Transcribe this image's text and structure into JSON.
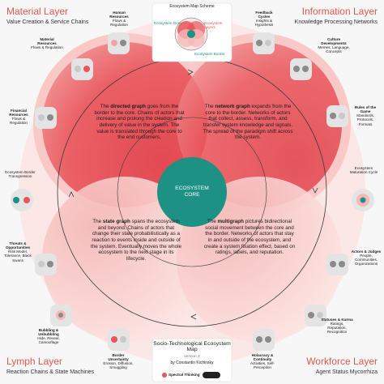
{
  "layers": {
    "material": {
      "title": "Material Layer",
      "subtitle": "Value Creation & Service Chains"
    },
    "information": {
      "title": "Information Layer",
      "subtitle": "Knowledge Processing Networks"
    },
    "lymph": {
      "title": "Lymph Layer",
      "subtitle": "Reaction Chains & State Machines"
    },
    "workforce": {
      "title": "Workforce Layer",
      "subtitle": "Agent Status Mycorrhiza"
    }
  },
  "scheme": {
    "title": "Ecosystem Map Scheme",
    "core": "Ecosystem Core",
    "layers": "Ecosystem Layers",
    "border": "Ecosystem Border"
  },
  "core": {
    "line1": "ECOSYSTEM",
    "line2": "CORE"
  },
  "quadrants": {
    "directed": {
      "pre": "The ",
      "term": "directed graph",
      "post": " goes from the border to the core. Chains of actors that increase and prolong the creation and delivery of value in the system. The value is translated through the core to the end customers."
    },
    "network": {
      "pre": "The ",
      "term": "network graph",
      "post": " expands from the core to the border. Networks of actors that collect, assess, transform, and transfer system knowledge and signals. The spread of the paradigm shift across the system."
    },
    "state": {
      "pre": "The ",
      "term": "state graph",
      "post": " spans the ecosystem and beyond. Chains of actors that change their state probabilistically as a reaction to events inside and outside of the system. Eventually moves the whole ecosystem to the next stage in its lifecycle."
    },
    "multi": {
      "pre": "The ",
      "term": "multigraph",
      "post": " pictures bidirectional social movement between the core and the border. Networks of actors that stay in and outside of the ecosystem, and create a system fixation effect, based on ratings, labels, and reputation."
    }
  },
  "labels": {
    "human_resources": {
      "title": "Human Resources",
      "detail": "Flows & Regulation"
    },
    "material_resources": {
      "title": "Material Resources",
      "detail": "Flows & Regulation"
    },
    "financial_resources": {
      "title": "Financial Resources",
      "detail": "Flows & Regulation"
    },
    "border_transgression": {
      "title": "",
      "detail": "Ecosystem Border Transgression"
    },
    "threats": {
      "title": "Threats & Opportunities",
      "detail": "Risk Model, Tolerance, Black Swans"
    },
    "bubbling": {
      "title": "Bubbling & Unbubbling",
      "detail": "Hide, Reveal, Camouflage"
    },
    "border_uncertainty": {
      "title": "Border Uncertainty",
      "detail": "Erosion, Diffusion, Smuggling"
    },
    "feedback": {
      "title": "Feedback Cycles",
      "detail": "Insights & Hypothesis"
    },
    "culture": {
      "title": "Culture Developments",
      "detail": "Memes, Language, Concepts"
    },
    "rules": {
      "title": "Rules of the Game",
      "detail": "Standards, Protocols, Formats"
    },
    "maturation": {
      "title": "",
      "detail": "Ecosystem Maturation Cycle"
    },
    "actors": {
      "title": "Actors & Judges",
      "detail": "People, Communities, Organizations"
    },
    "statuses": {
      "title": "Statuses & Karma",
      "detail": "Ratings, Reputation, Recognition"
    },
    "holacracy": {
      "title": "Holacracy & Continuity",
      "detail": "Activities, Self-Perception"
    }
  },
  "footer": {
    "title": "Socio-Technological Ecosystem Map",
    "version": "version 2",
    "author": "by Constantin Kichinsky",
    "brand": "Spectral Thinking"
  },
  "colors": {
    "red": "#e8545a",
    "red_light": "#f5b9b9",
    "teal": "#1d9184",
    "background": "#f7f7f7"
  }
}
